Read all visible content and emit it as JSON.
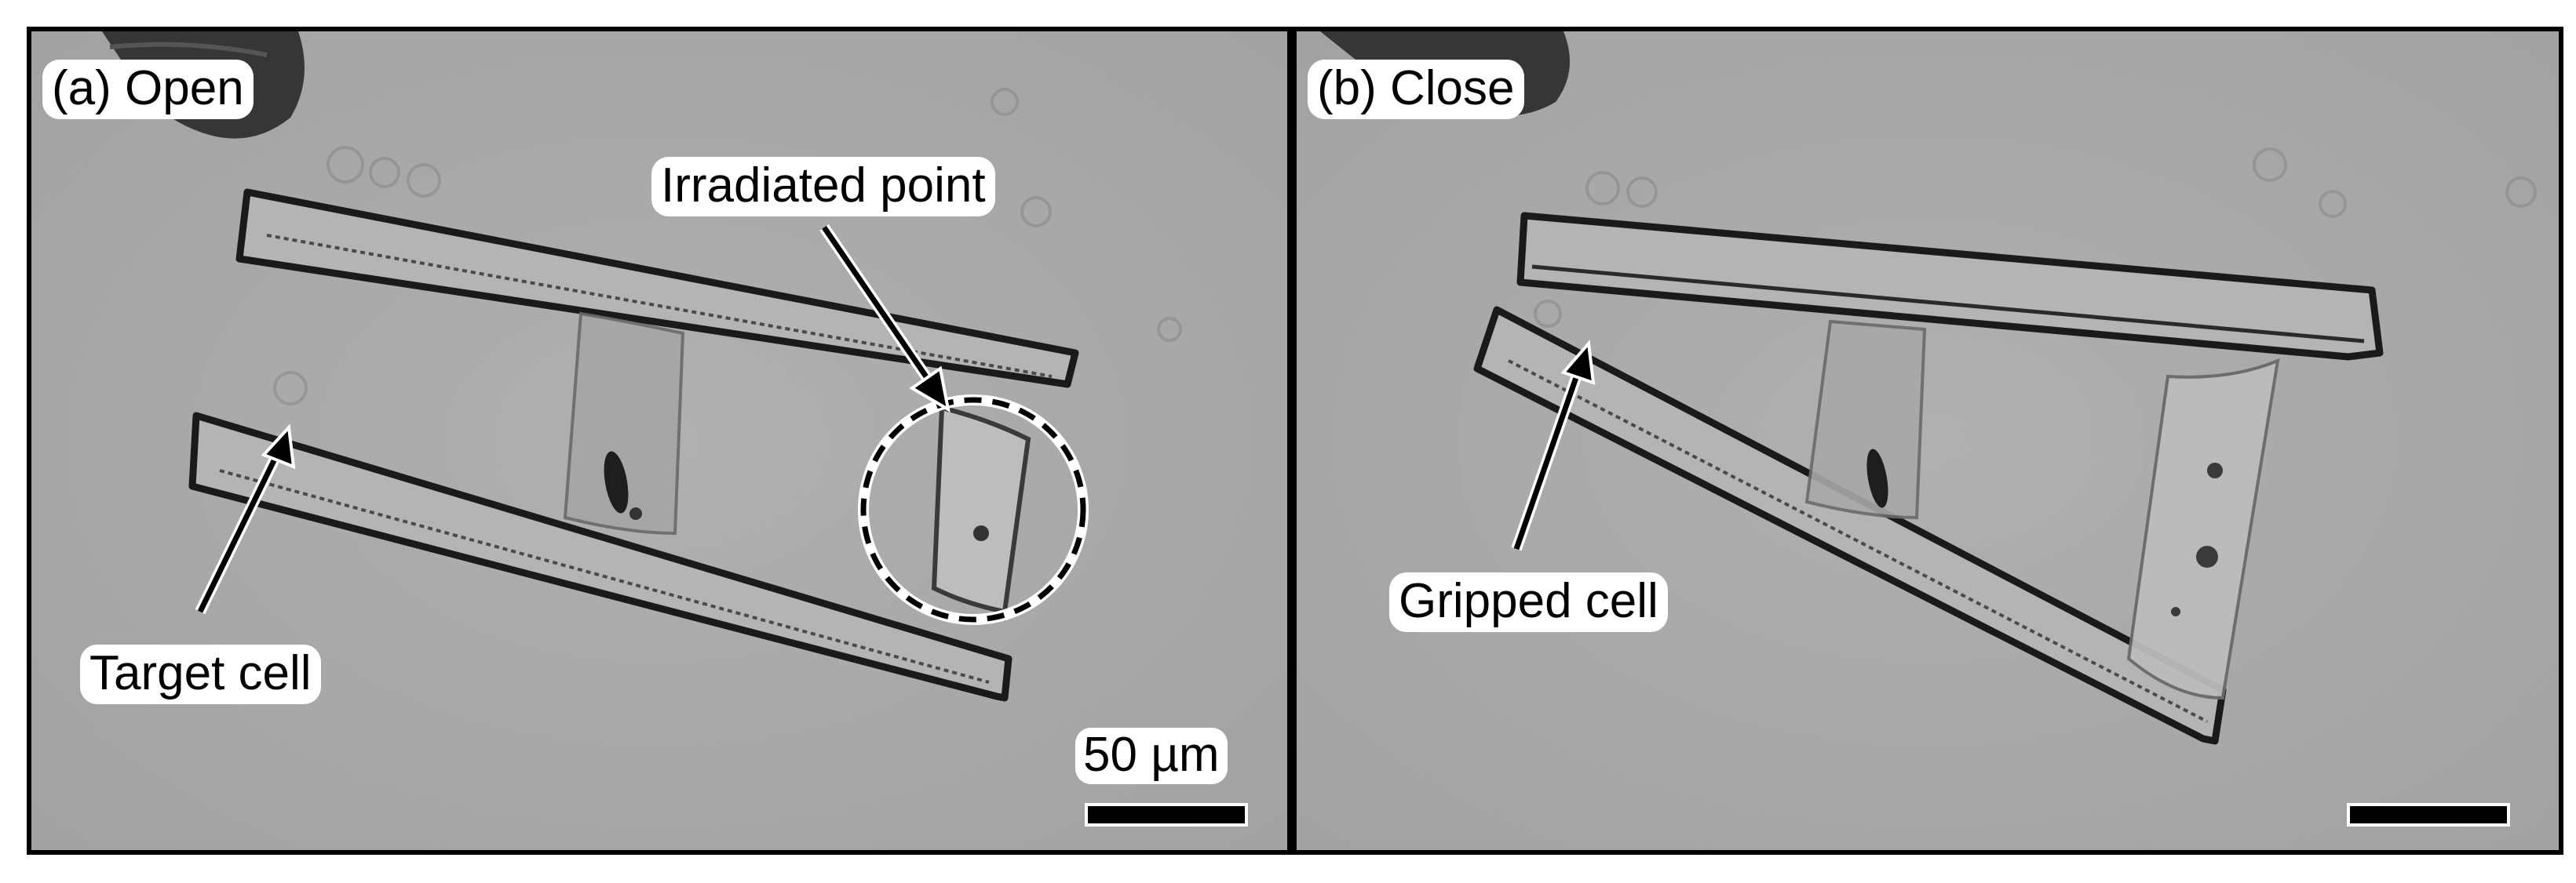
{
  "panels": {
    "a": {
      "title": "(a) Open",
      "annotations": {
        "irradiated": "Irradiated point",
        "target": "Target cell"
      },
      "scale_label": "50 µm"
    },
    "b": {
      "title": "(b) Close",
      "annotations": {
        "gripped": "Gripped cell"
      }
    }
  },
  "colors": {
    "background": "#a9a9a9",
    "frame": "#000000",
    "label_bg": "#ffffff",
    "text": "#000000"
  },
  "icons": {
    "arrow": "arrow-icon",
    "circle": "dashed-circle-icon"
  }
}
